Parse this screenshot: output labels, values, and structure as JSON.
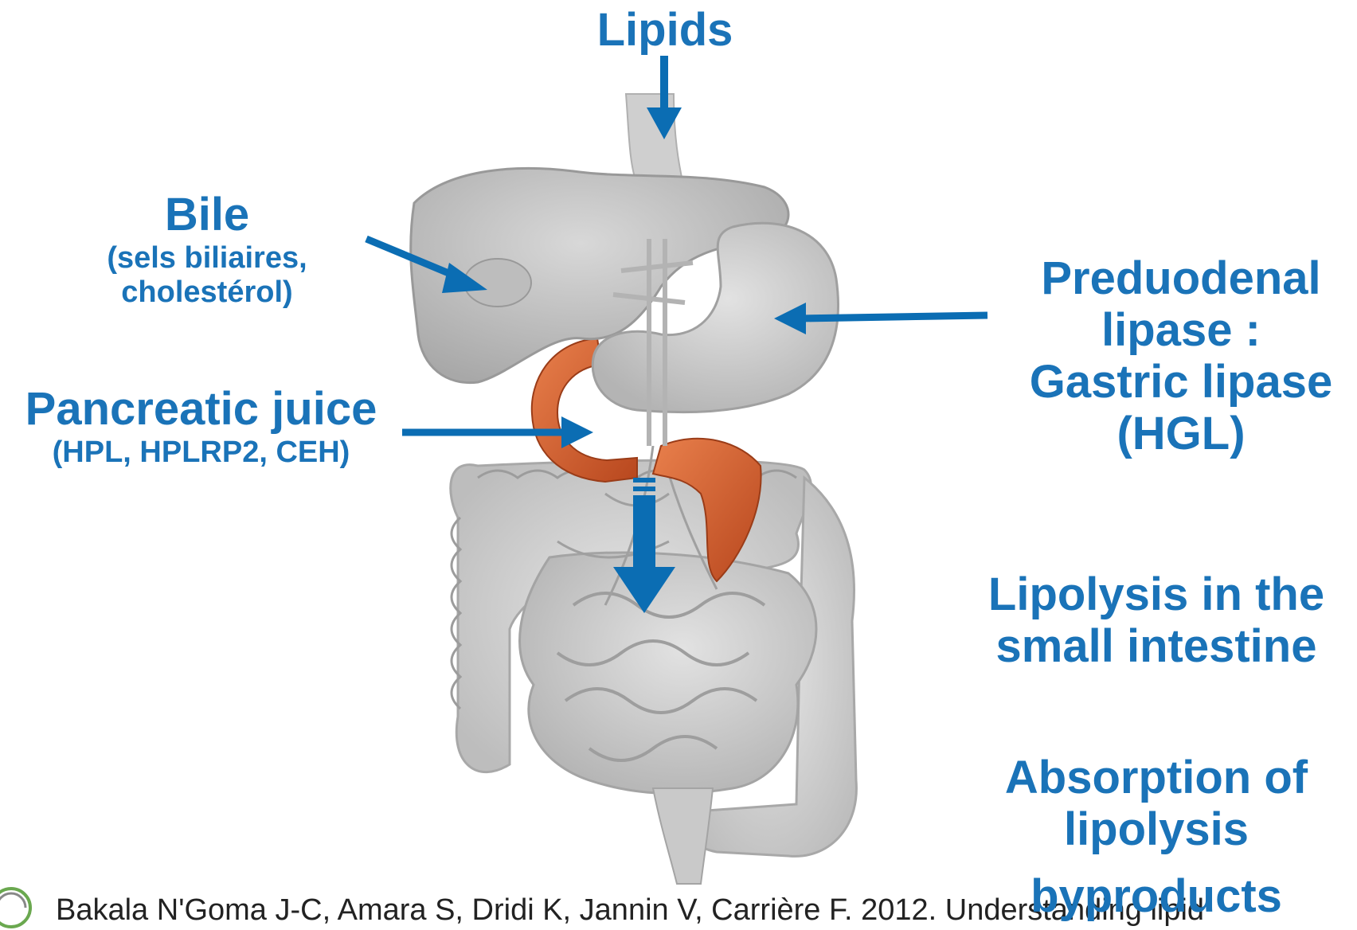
{
  "labels": {
    "lipids": "Lipids",
    "bile_title": "Bile",
    "bile_sub_1": "(sels biliaires,",
    "bile_sub_2": "cholestérol)",
    "pancreatic_title": "Pancreatic juice",
    "pancreatic_sub": "(HPL, HPLRP2, CEH)",
    "preduodenal_1": "Preduodenal",
    "preduodenal_2": "lipase :",
    "preduodenal_3": "Gastric lipase",
    "preduodenal_4": "(HGL)",
    "lipolysis_1": "Lipolysis in the",
    "lipolysis_2": "small intestine",
    "absorption_1": "Absorption of",
    "absorption_2": "lipolysis",
    "absorption_3": "byproducts"
  },
  "citation": "Bakala N'Goma  J-C, Amara  S, Dridi K, Jannin  V, Carrière  F. 2012. Understanding lipid",
  "colors": {
    "label_blue": "#1a73b8",
    "arrow_blue": "#0b6db3",
    "organ_gray": "#c9c9c9",
    "organ_dark": "#a9a9a9",
    "pancreas_orange": "#d5602c"
  }
}
